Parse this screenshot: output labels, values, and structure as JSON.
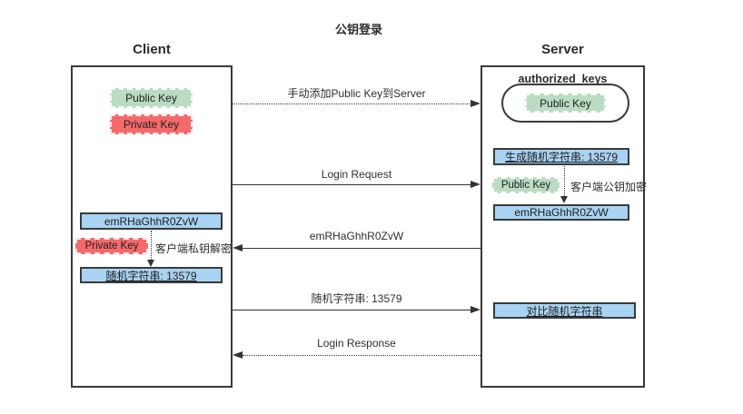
{
  "diagram": {
    "title": "公钥登录"
  },
  "client": {
    "title": "Client",
    "public_key_label": "Public Key",
    "private_key_label": "Private Key",
    "encrypted_string": "emRHaGhhR0ZvW",
    "decrypt_private_key_label": "Private Key",
    "decrypt_note": "客户端私钥解密",
    "decrypted_random_string": "随机字符串: 13579"
  },
  "server": {
    "title": "Server",
    "authorized_keys_title": "authorized_keys",
    "stored_public_key_label": "Public Key",
    "generate_random_string": "生成随机字符串: 13579",
    "encrypt_public_key_label": "Public Key",
    "encrypt_note": "客户端公钥加密",
    "encrypted_string": "emRHaGhhR0ZvW",
    "compare_random_string": "对比随机字符串"
  },
  "messages": [
    {
      "label": "手动添加Public Key到Server",
      "direction": "client-to-server",
      "line_style": "dotted"
    },
    {
      "label": "Login Request",
      "direction": "client-to-server",
      "line_style": "solid"
    },
    {
      "label": "emRHaGhhR0ZvW",
      "direction": "server-to-client",
      "line_style": "solid"
    },
    {
      "label": "随机字符串: 13579",
      "direction": "client-to-server",
      "line_style": "solid"
    },
    {
      "label": "Login Response",
      "direction": "server-to-client",
      "line_style": "dotted"
    }
  ],
  "colors": {
    "blue_fill": "#a8d3f2",
    "green_fill": "#b9dcc2",
    "red_fill": "#f4696b",
    "line": "#333333",
    "border": "#3a3a3a"
  }
}
